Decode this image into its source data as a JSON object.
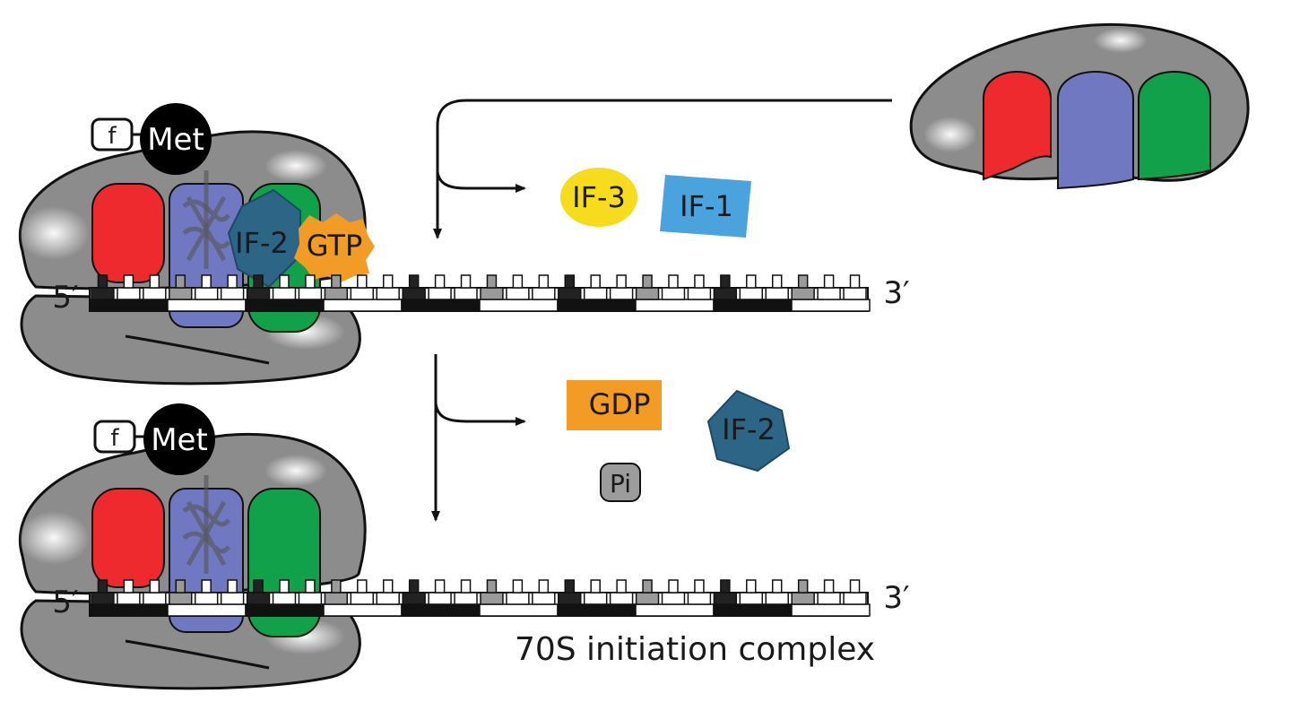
{
  "labels": {
    "f_top": "f",
    "met_top": "Met",
    "if2_bound": "IF-2",
    "gtp_bound": "GTP",
    "five_prime_top": "5′",
    "three_prime_top": "3′",
    "if3_free": "IF-3",
    "if1_free": "IF-1",
    "gdp_free": "GDP",
    "if2_free": "IF-2",
    "pi_free": "Pi",
    "f_bottom": "f",
    "met_bottom": "Met",
    "five_prime_bottom": "5′",
    "three_prime_bottom": "3′",
    "complex_caption": "70S initiation complex"
  },
  "colors": {
    "ribosome": "#8c8c8c",
    "e_site": "#ef2a2e",
    "p_site": "#6f78c1",
    "a_site": "#12a14b",
    "if3": "#f7dc1e",
    "if1": "#4aa3dc",
    "if2": "#2c6586",
    "gtp": "#f29b25",
    "gdp": "#f29b25",
    "pi": "#9c9c9c",
    "met": "#000000"
  },
  "mrna_codon_pattern": [
    "black",
    "white",
    "black",
    "white",
    "black",
    "white",
    "black",
    "white",
    "black",
    "white"
  ]
}
